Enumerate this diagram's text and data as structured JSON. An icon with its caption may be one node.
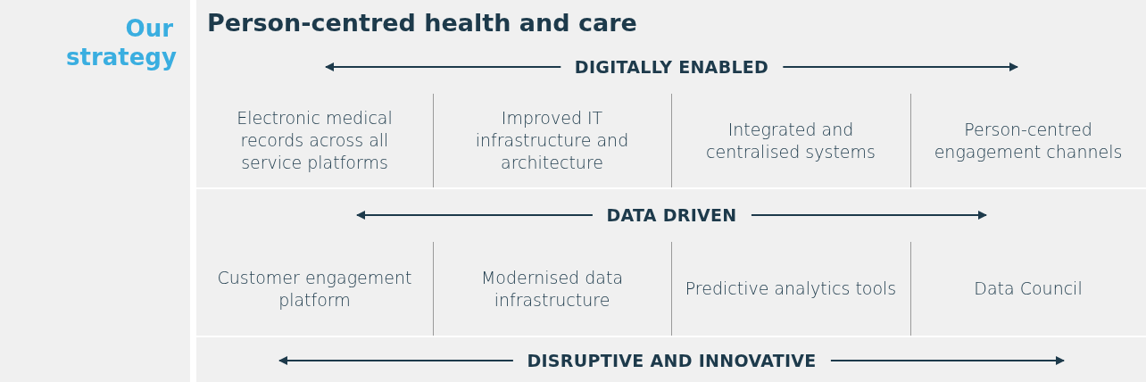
{
  "diagram": {
    "title": "Person-centred health and care",
    "labels": [
      "Our strategy",
      "DIGITALLY ENABLED",
      "Electronic medical records across all service platforms",
      "Improved IT infrastructure and architecture",
      "Integrated and centralised systems",
      "Person-centred engagement channels",
      "DATA DRIVEN",
      "Customer engagement platform",
      "Modernised data infrastructure",
      "Predictive analytics tools",
      "Data Council",
      "DISRUPTIVE AND INNOVATIVE"
    ]
  }
}
